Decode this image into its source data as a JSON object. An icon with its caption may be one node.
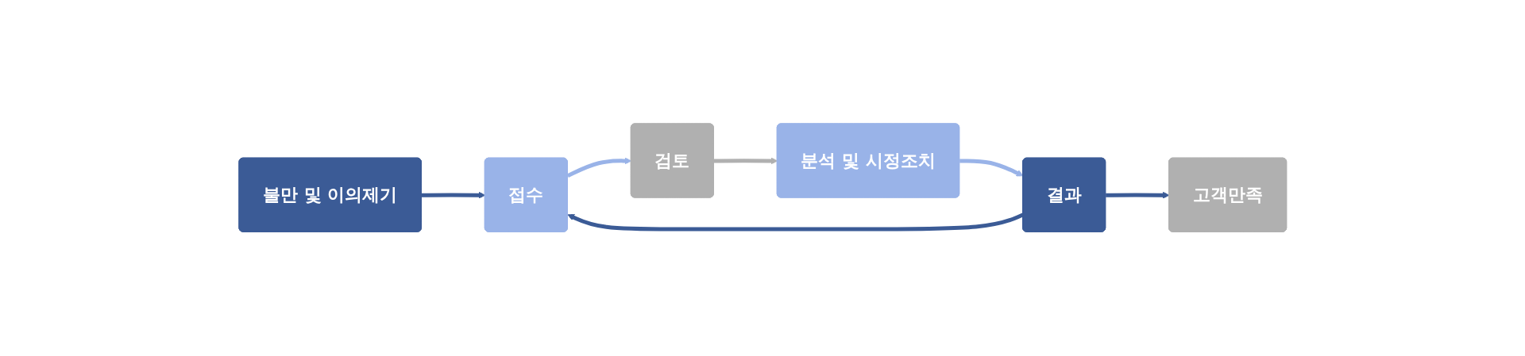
{
  "diagram": {
    "nodes": [
      {
        "text": [
          "불만 및 이의제기"
        ]
      },
      {
        "text": [
          "접수"
        ]
      },
      {
        "text": [
          "검토"
        ]
      },
      {
        "text": [
          "분석 및 시정조치"
        ]
      },
      {
        "text": [
          "결과"
        ]
      },
      {
        "text": [
          "고객만족"
        ]
      }
    ],
    "edges": [
      {
        "from": 0,
        "to": 1,
        "arrow": "to"
      },
      {
        "from": 1,
        "to": 2,
        "arrow": "to",
        "color": "#99b3e8"
      },
      {
        "from": 2,
        "to": 3,
        "arrow": "to",
        "color": "#b0b0b0"
      },
      {
        "from": 3,
        "to": 4,
        "arrow": "to",
        "color": "#99b3e8"
      },
      {
        "from": 4,
        "to": 1,
        "arrow": "to"
      },
      {
        "from": 4,
        "to": 5,
        "arrow": "to"
      }
    ]
  }
}
